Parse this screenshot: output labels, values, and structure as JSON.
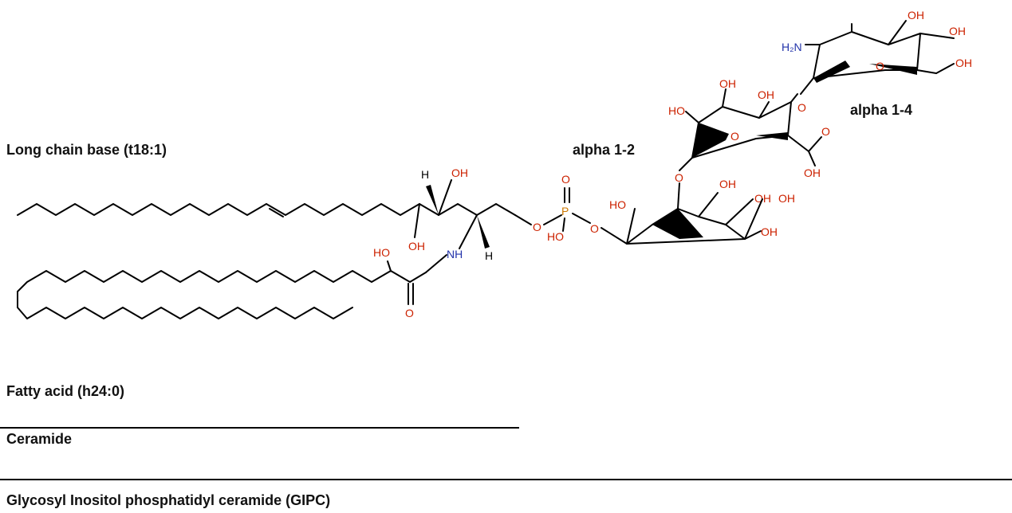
{
  "labels": {
    "long_chain_base": "Long chain base (t18:1)",
    "fatty_acid": "Fatty acid (h24:0)",
    "ceramide": "Ceramide",
    "gipc": "Glycosyl Inositol phosphatidyl ceramide (GIPC)",
    "alpha_1_2": "alpha 1-2",
    "alpha_1_4": "alpha 1-4"
  },
  "atoms": {
    "OH": "OH",
    "HO": "HO",
    "O": "O",
    "NH": "NH",
    "H": "H",
    "P": "P",
    "H2N": "H₂N"
  },
  "colors": {
    "oxygen": "#cc2200",
    "nitrogen": "#2233aa",
    "phosphorus": "#cc7700",
    "bond": "#000000"
  }
}
